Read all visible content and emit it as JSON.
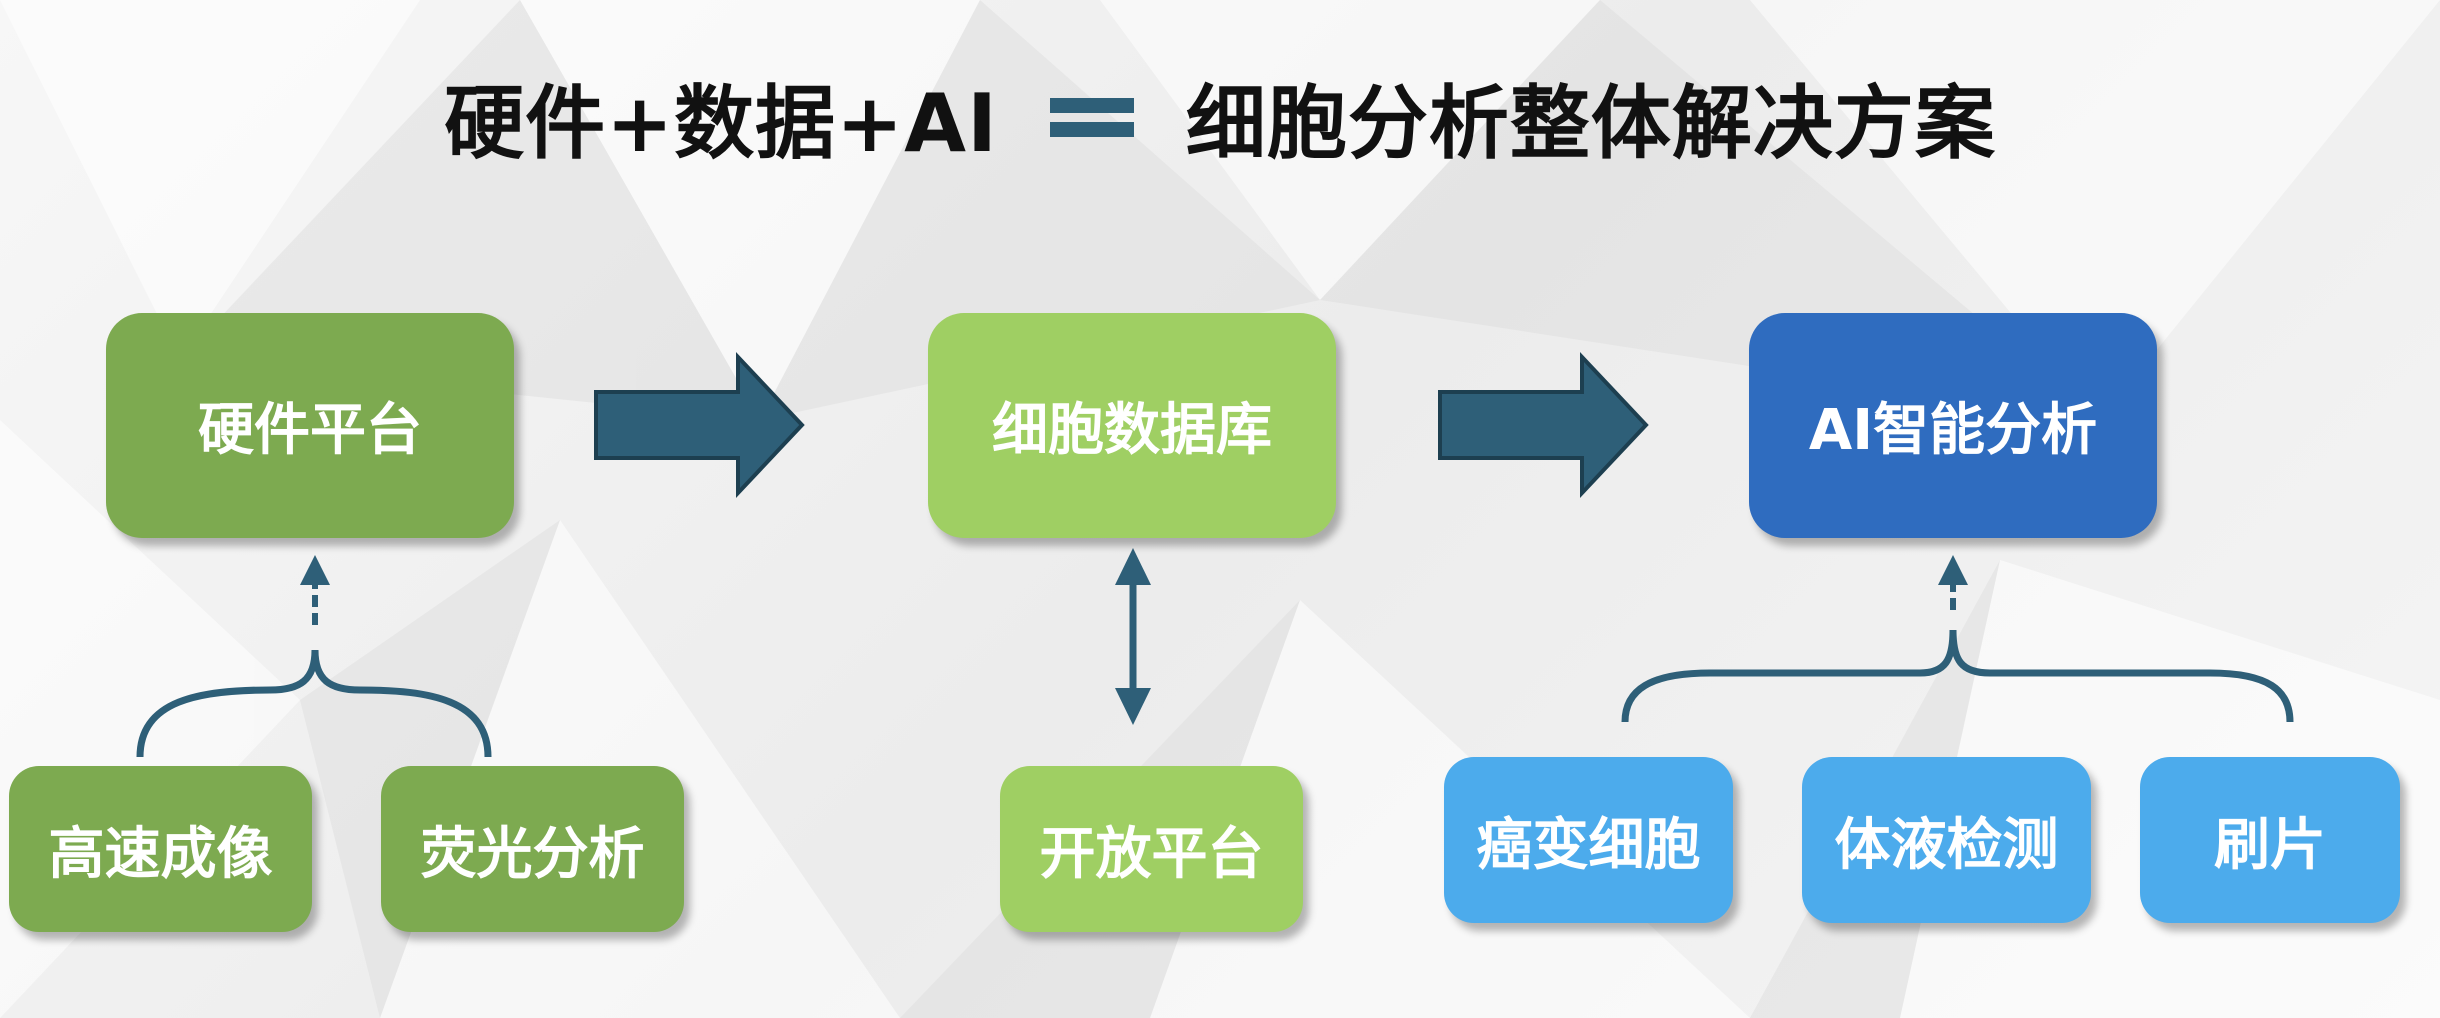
{
  "title": {
    "left": "硬件+数据+AI",
    "right": "细胞分析整体解决方案"
  },
  "nodes": {
    "hardware_platform": "硬件平台",
    "cell_database": "细胞数据库",
    "ai_analysis": "AI智能分析",
    "high_speed_imaging": "高速成像",
    "fluorescence_analysis": "荧光分析",
    "open_platform": "开放平台",
    "cancer_cells": "癌变细胞",
    "body_fluid_detection": "体液检测",
    "slide_smear": "刷片"
  },
  "colors": {
    "green_dark": "#7daa50",
    "green_light": "#9fcf63",
    "blue_dark": "#2f6cbf",
    "blue_light": "#4cabec",
    "arrow": "#2e5f78"
  }
}
